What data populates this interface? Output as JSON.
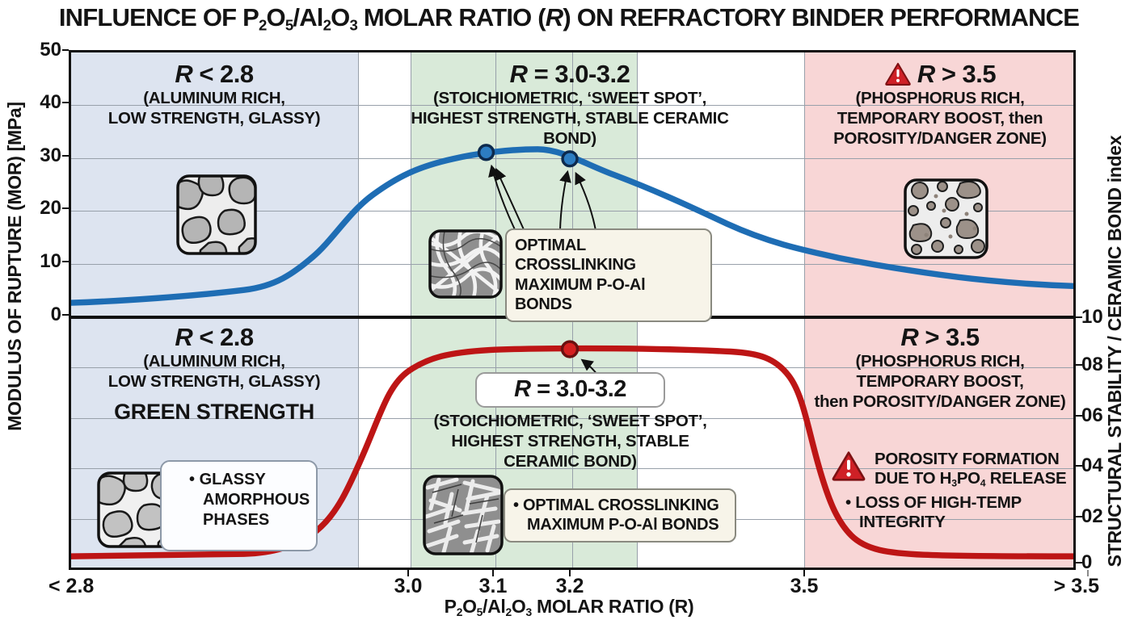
{
  "title": {
    "p1": "INFLUENCE OF P",
    "s1": "2",
    "p2": "O",
    "s2": "5",
    "p3": "/Al",
    "s3": "2",
    "p4": "O",
    "s4": "3",
    "p5": " MOLAR RATIO (",
    "r": "R",
    "p6": ") ON REFRACTORY BINDER PERFORMANCE"
  },
  "axes": {
    "y_left": {
      "label": "MODULUS OF RUPTURE (MOR) [MPa]",
      "ticks": [
        "50",
        "40",
        "30",
        "20",
        "10",
        "0"
      ]
    },
    "y_right": {
      "label": "STRUCTURAL STABILITY / CERAMIC BOND index",
      "ticks": [
        "10",
        "08",
        "06",
        "04",
        "02",
        "0"
      ]
    },
    "x": {
      "ticks": [
        "< 2.8",
        "3.0",
        "3.1",
        "3.2",
        "3.5",
        "> 3.5"
      ],
      "label": {
        "p1": "P",
        "s1": "2",
        "p2": "O",
        "s2": "5",
        "p3": "/Al",
        "s3": "2",
        "p4": "O",
        "s4": "3",
        "p5": " MOLAR RATIO (R)"
      }
    }
  },
  "top_panel": {
    "zone_left": {
      "r": "R",
      "head": " < 2.8",
      "sub1": "(ALUMINUM RICH,",
      "sub2": "LOW STRENGTH, GLASSY)"
    },
    "zone_mid": {
      "r": "R",
      "head": " = 3.0-3.2",
      "sub1": "(STOICHIOMETRIC, ‘SWEET SPOT’,",
      "sub2": "HIGHEST STRENGTH, STABLE CERAMIC BOND)"
    },
    "zone_right": {
      "r": "R",
      "head": " > 3.5",
      "sub1": "(PHOSPHORUS RICH,",
      "sub2": "TEMPORARY BOOST, then",
      "sub3": "POROSITY/DANGER ZONE)"
    },
    "callout": {
      "line1": "OPTIMAL CROSSLINKING",
      "line2": "MAXIMUM P-O-Al BONDS"
    }
  },
  "bottom_panel": {
    "zone_left": {
      "r": "R",
      "head": " < 2.8",
      "sub1": "(ALUMINUM RICH,",
      "sub2": "LOW STRENGTH, GLASSY)",
      "series_label": "GREEN STRENGTH",
      "bullet": "•",
      "note1": "GLASSY",
      "note2": "AMORPHOUS",
      "note3": "PHASES"
    },
    "zone_mid": {
      "r": "R",
      "head": " = 3.0-3.2",
      "sub1": "(STOICHIOMETRIC, ‘SWEET SPOT’,",
      "sub2": "HIGHEST STRENGTH, STABLE",
      "sub3": "CERAMIC BOND)",
      "bullet": "•",
      "note1": "OPTIMAL CROSSLINKING",
      "note2": "MAXIMUM P-O-Al BONDS"
    },
    "zone_right": {
      "r": "R",
      "head": " > 3.5",
      "sub1": "(PHOSPHORUS RICH,",
      "sub2": "TEMPORARY BOOST,",
      "sub3": "then POROSITY/DANGER ZONE)",
      "warn_line1": "POROSITY FORMATION",
      "warn_line2": {
        "p1": "DUE TO H",
        "s1": "3",
        "p2": "PO",
        "s2": "4",
        "p3": " RELEASE"
      },
      "bullet": "•",
      "loss_line1": "LOSS OF HIGH-TEMP",
      "loss_line2": "INTEGRITY"
    }
  },
  "colors": {
    "zone_aluminum_rich": "#dde4f0",
    "zone_sweet_spot": "#d9ead9",
    "zone_danger": "#f8d6d6",
    "mor_curve": "#1e6db4",
    "stability_curve": "#bd1515",
    "warning_red": "#cf2026",
    "grid": "#98a0aa"
  },
  "chart_data": {
    "type": "line",
    "title": "INFLUENCE OF P2O5/Al2O3 MOLAR RATIO (R) ON REFRACTORY BINDER PERFORMANCE",
    "x_label": "P2O5/Al2O3 MOLAR RATIO (R)",
    "x_tick_labels": [
      "< 2.8",
      "3.0",
      "3.1",
      "3.2",
      "3.5",
      "> 3.5"
    ],
    "panels": [
      {
        "position": "top",
        "ylabel": "MODULUS OF RUPTURE (MOR) [MPa]",
        "ylim": [
          0,
          50
        ],
        "yticks": [
          0,
          10,
          20,
          30,
          40,
          50
        ],
        "grid": true
      },
      {
        "position": "bottom",
        "ylabel": "STRUCTURAL STABILITY / CERAMIC BOND index",
        "ylim": [
          0,
          10
        ],
        "yticks": [
          0,
          2,
          4,
          6,
          8,
          10
        ],
        "grid": true
      }
    ],
    "zones": [
      {
        "label": "R < 2.8",
        "color": "#dde4f0",
        "meaning": "ALUMINUM RICH, LOW STRENGTH, GLASSY"
      },
      {
        "label": "R = 3.0-3.2",
        "color": "#d9ead9",
        "meaning": "STOICHIOMETRIC, 'SWEET SPOT', HIGHEST STRENGTH, STABLE CERAMIC BOND"
      },
      {
        "label": "R > 3.5",
        "color": "#f8d6d6",
        "meaning": "PHOSPHORUS RICH, TEMPORARY BOOST, then POROSITY/DANGER ZONE"
      }
    ],
    "series": [
      {
        "name": "Modulus of Rupture (MOR)",
        "panel": "top",
        "color": "#1e6db4",
        "x": [
          2.6,
          2.7,
          2.8,
          2.9,
          3.0,
          3.05,
          3.1,
          3.15,
          3.2,
          3.3,
          3.4,
          3.5,
          3.6,
          3.7,
          3.85
        ],
        "y": [
          2.3,
          3,
          5,
          14,
          27,
          30,
          31,
          31.5,
          30,
          26,
          19.5,
          13.5,
          10,
          7.5,
          6
        ],
        "marked_points": [
          {
            "x": 3.1,
            "y": 31
          },
          {
            "x": 3.2,
            "y": 30
          }
        ]
      },
      {
        "name": "Green Strength / Structural Stability",
        "panel": "bottom",
        "color": "#bd1515",
        "x": [
          2.6,
          2.8,
          2.9,
          2.95,
          3.0,
          3.1,
          3.2,
          3.3,
          3.4,
          3.45,
          3.5,
          3.55,
          3.6,
          3.7,
          3.85
        ],
        "y": [
          0.4,
          0.6,
          1.4,
          4.5,
          7.8,
          8.6,
          8.7,
          8.7,
          8.6,
          8.5,
          5.6,
          3.4,
          1.8,
          0.6,
          0.4
        ],
        "marked_points": [
          {
            "x": 3.2,
            "y": 8.7
          }
        ]
      }
    ],
    "annotations": [
      {
        "panel": "top",
        "text": "OPTIMAL CROSSLINKING MAXIMUM P-O-Al BONDS",
        "points_to": [
          {
            "x": 3.1,
            "y": 31
          },
          {
            "x": 3.2,
            "y": 30
          }
        ]
      },
      {
        "panel": "bottom",
        "text": "OPTIMAL CROSSLINKING MAXIMUM P-O-Al BONDS"
      },
      {
        "panel": "bottom",
        "text": "GLASSY AMORPHOUS PHASES"
      },
      {
        "panel": "bottom",
        "text": "POROSITY FORMATION DUE TO H3PO4 RELEASE"
      },
      {
        "panel": "bottom",
        "text": "LOSS OF HIGH-TEMP INTEGRITY"
      }
    ]
  }
}
